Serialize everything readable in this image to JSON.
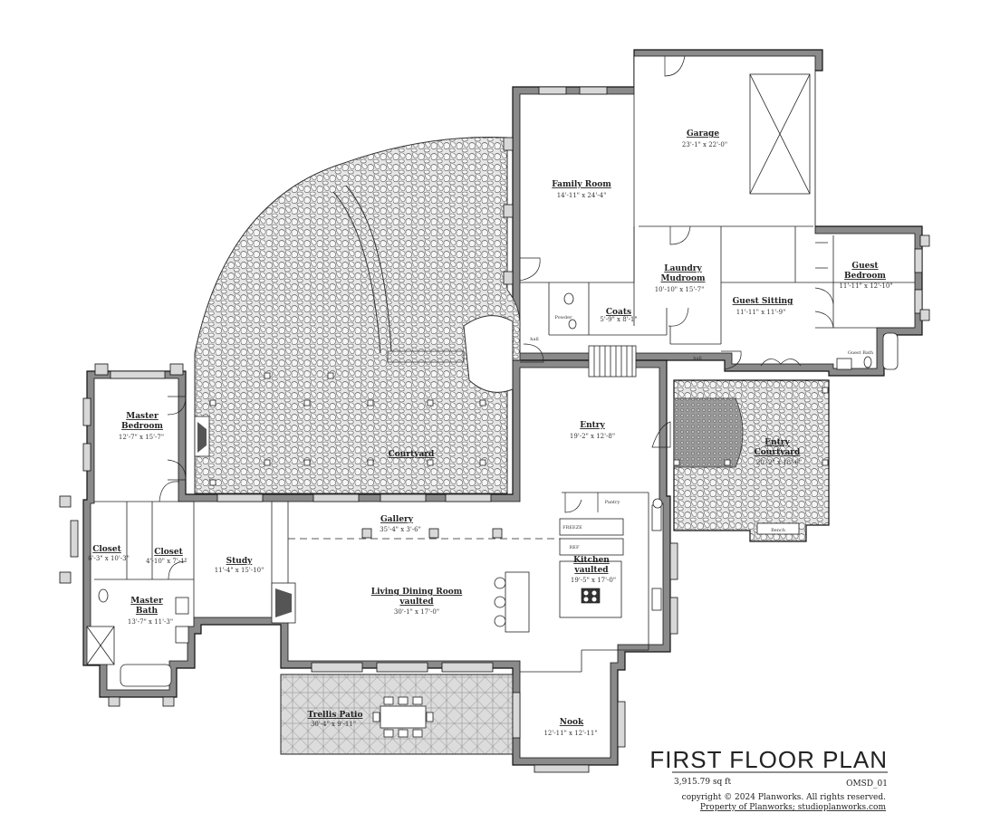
{
  "rooms": {
    "garage": {
      "name": "Garage",
      "dims": "23'-1\" x 22'-0\""
    },
    "family_room": {
      "name": "Family Room",
      "dims": "14'-11\" x 24'-4\""
    },
    "laundry": {
      "name_line1": "Laundry",
      "name_line2": "Mudroom",
      "dims": "10'-10\" x 15'-7\""
    },
    "guest_bedroom": {
      "name_line1": "Guest",
      "name_line2": "Bedroom",
      "dims": "11'-11\" x 12'-10\""
    },
    "guest_sitting": {
      "name": "Guest Sitting",
      "dims": "11'-11\" x 11'-9\""
    },
    "coats": {
      "name": "Coats",
      "dims": "5'-9\" x 8'-1\""
    },
    "powder": {
      "name": "Powder"
    },
    "hall_left": {
      "name": "hall"
    },
    "hall_right": {
      "name": "hall"
    },
    "guest_bath": {
      "name": "Guest Bath"
    },
    "master_bedroom": {
      "name_line1": "Master",
      "name_line2": "Bedroom",
      "dims": "12'-7\" x 15'-7\""
    },
    "courtyard": {
      "name": "Courtyard"
    },
    "entry": {
      "name": "Entry",
      "dims": "19'-2\" x 12'-8\""
    },
    "entry_courtyard": {
      "name_line1": "Entry",
      "name_line2": "Courtyard",
      "dims": "20'-2\" x 18'-6\""
    },
    "closet_left": {
      "name": "Closet",
      "dims": "6'-3\" x 10'-3\""
    },
    "closet_right": {
      "name": "Closet",
      "dims": "4'-10\" x 7'-1\""
    },
    "study": {
      "name": "Study",
      "dims": "11'-4\" x 15'-10\""
    },
    "gallery": {
      "name": "Gallery",
      "dims": "35'-4\" x 3'-6\""
    },
    "kitchen": {
      "name_line1": "Kitchen",
      "name_line2": "vaulted",
      "dims": "19'-5\" x 17'-0\""
    },
    "living": {
      "name_line1": "Living Dining Room",
      "name_line2": "vaulted",
      "dims": "30'-1\" x 17'-0\""
    },
    "master_bath": {
      "name_line1": "Master",
      "name_line2": "Bath",
      "dims": "13'-7\" x 11'-3\""
    },
    "trellis_patio": {
      "name": "Trellis Patio",
      "dims": "30'-4\" x 9'-11\""
    },
    "nook": {
      "name": "Nook",
      "dims": "12'-11\" x 12'-11\""
    },
    "pantry": {
      "name": "Pantry"
    },
    "freezer": {
      "name": "FREEZE"
    },
    "fridge": {
      "name": "REF"
    },
    "bench": {
      "name": "Bench"
    }
  },
  "title_block": {
    "title": "FIRST FLOOR PLAN",
    "area": "3,915.79 sq ft",
    "plan_code": "OMSD_01",
    "copyright": "copyright © 2024 Planworks. All rights reserved.",
    "property": "Property of Planworks; studioplanworks.com"
  },
  "colors": {
    "wall": "#8a8a8a",
    "paving": "#d9d9d9",
    "paving_dark": "#9a9a9a"
  }
}
